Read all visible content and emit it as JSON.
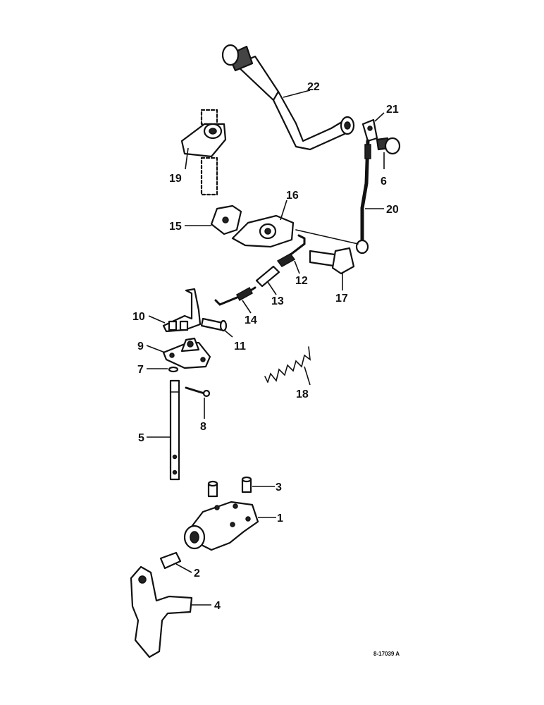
{
  "diagram": {
    "callouts": {
      "c1": "1",
      "c2": "2",
      "c3": "3",
      "c4": "4",
      "c5": "5",
      "c6": "6",
      "c7": "7",
      "c8": "8",
      "c9": "9",
      "c10": "10",
      "c11": "11",
      "c12": "12",
      "c13": "13",
      "c14": "14",
      "c15": "15",
      "c16": "16",
      "c17": "17",
      "c18": "18",
      "c19": "19",
      "c20": "20",
      "c21": "21",
      "c22": "22"
    },
    "drawing_code": "8-17039 A"
  }
}
